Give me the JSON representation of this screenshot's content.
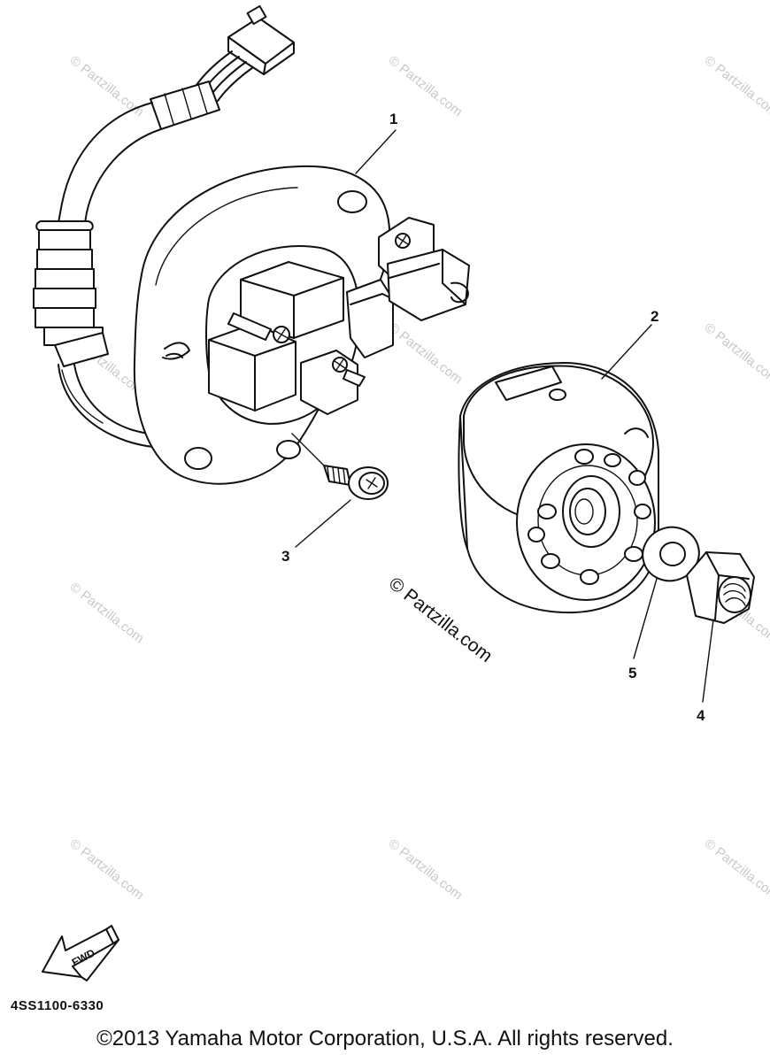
{
  "callouts": {
    "c1": "1",
    "c2": "2",
    "c3": "3",
    "c4": "4",
    "c5": "5"
  },
  "watermarks": {
    "small": "© Partzilla.com",
    "center": "© Partzilla.com"
  },
  "fwd_label": "FWD",
  "part_code": "4SS1100-6330",
  "copyright": "©2013 Yamaha Motor Corporation, U.S.A. All rights reserved."
}
